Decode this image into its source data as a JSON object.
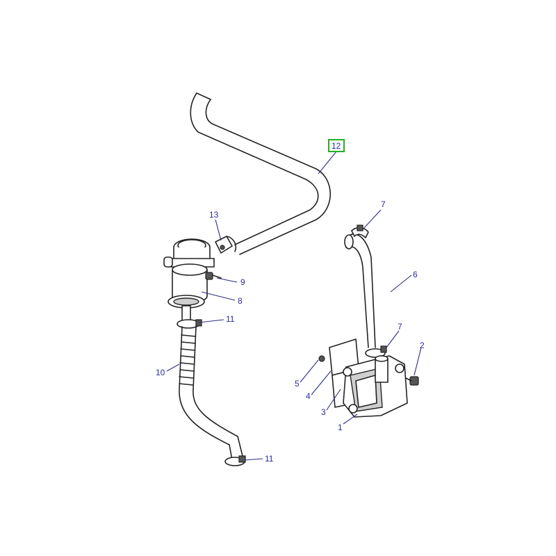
{
  "callouts": [
    {
      "id": "c1",
      "label": "1"
    },
    {
      "id": "c2",
      "label": "2"
    },
    {
      "id": "c3",
      "label": "3"
    },
    {
      "id": "c4",
      "label": "4"
    },
    {
      "id": "c5",
      "label": "5"
    },
    {
      "id": "c6",
      "label": "6"
    },
    {
      "id": "c7a",
      "label": "7"
    },
    {
      "id": "c7b",
      "label": "7"
    },
    {
      "id": "c8",
      "label": "8"
    },
    {
      "id": "c9",
      "label": "9"
    },
    {
      "id": "c10",
      "label": "10"
    },
    {
      "id": "c11a",
      "label": "11"
    },
    {
      "id": "c11b",
      "label": "11"
    },
    {
      "id": "c12",
      "label": "12"
    },
    {
      "id": "c13",
      "label": "13"
    }
  ],
  "highlight": {
    "callout": "12",
    "color": "#22b022"
  },
  "colors": {
    "callout_text": "#2b2ba0",
    "line": "#222222",
    "highlight": "#22b022"
  }
}
